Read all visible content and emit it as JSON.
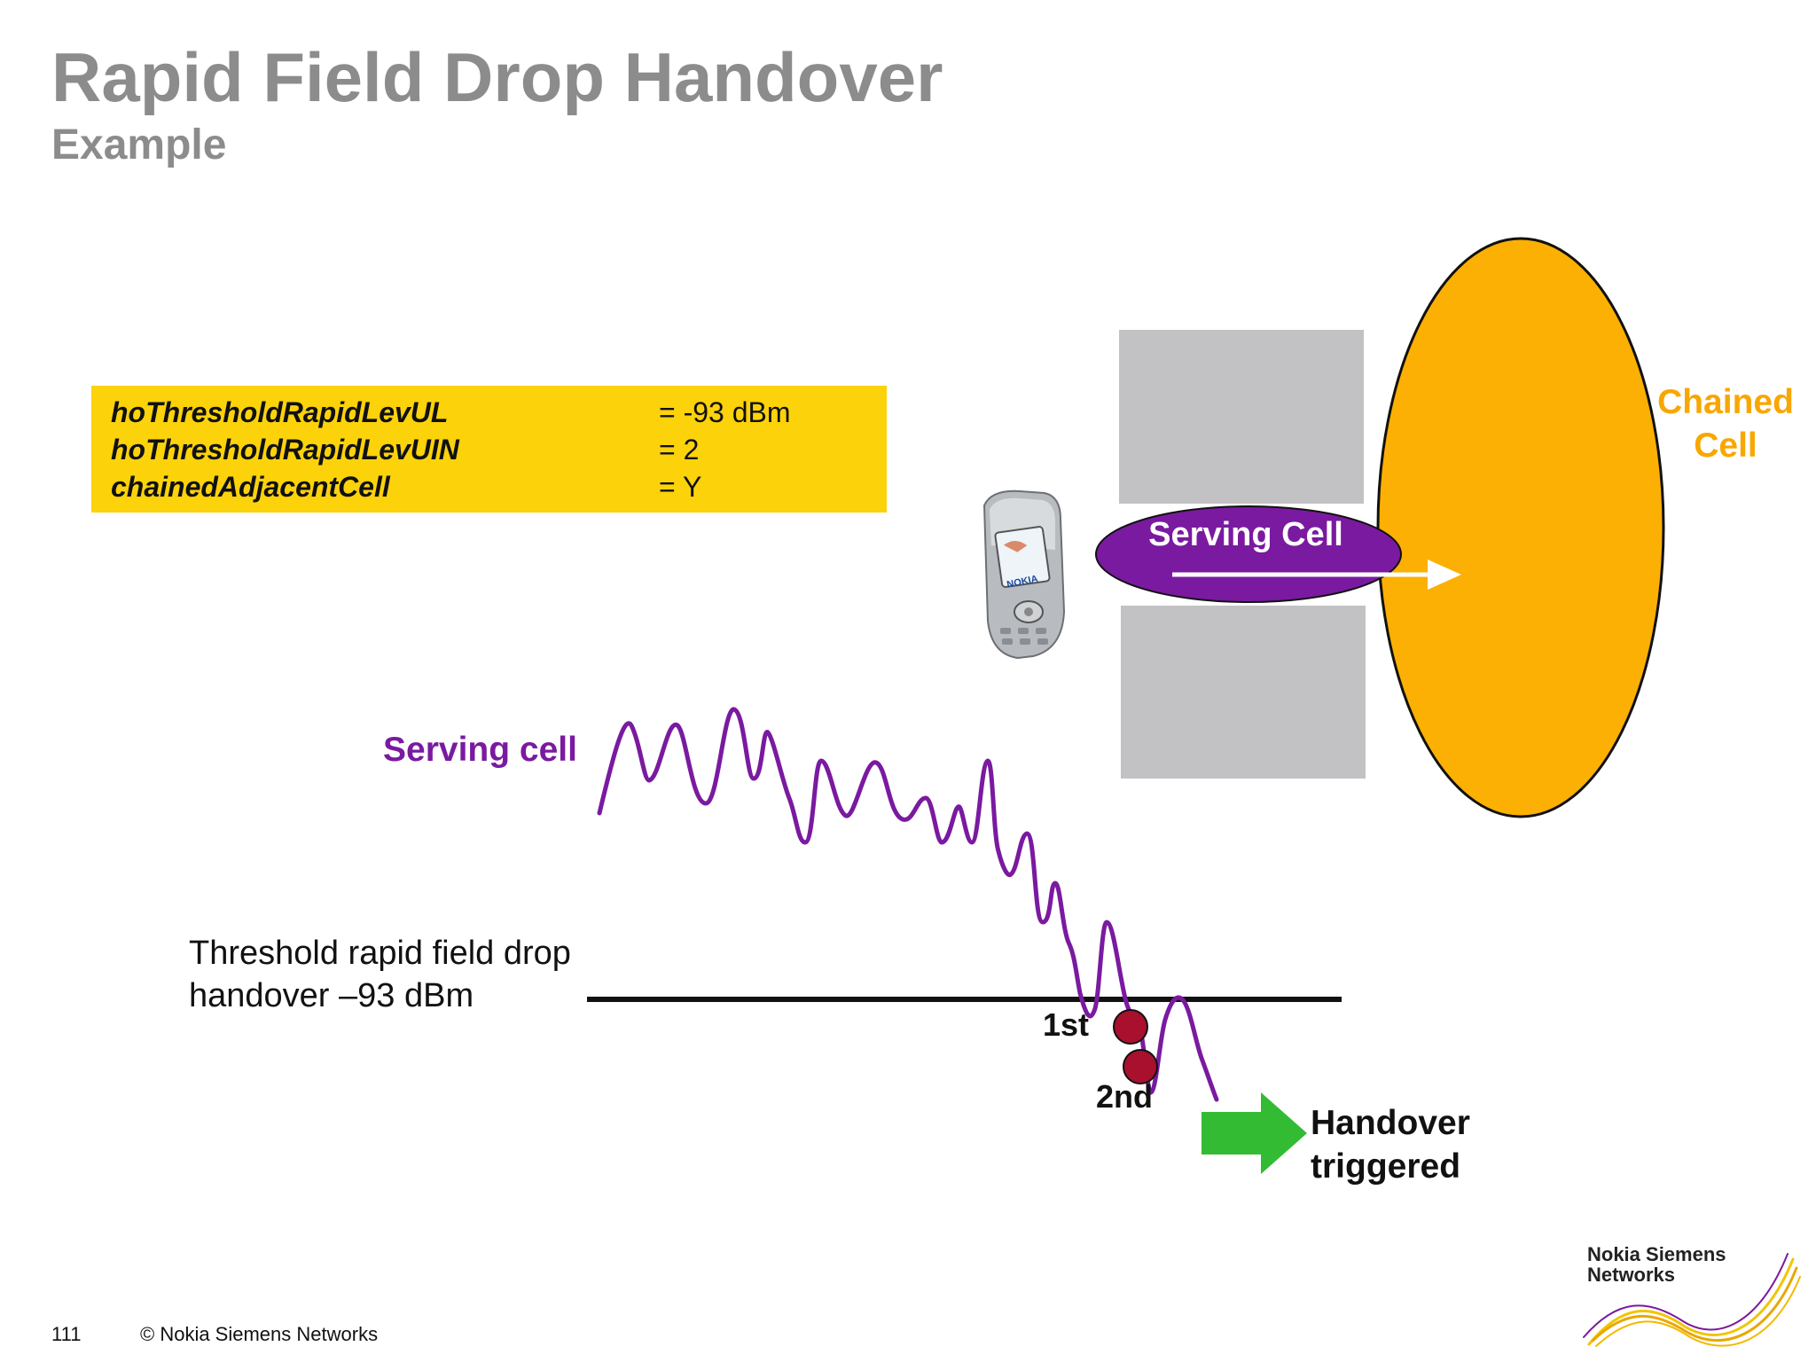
{
  "slide": {
    "title": "Rapid Field Drop Handover",
    "subtitle": "Example",
    "page_number": "111",
    "copyright": "© Nokia Siemens Networks"
  },
  "parameters": [
    {
      "name": "hoThresholdRapidLevUL",
      "value": "= -93 dBm"
    },
    {
      "name": "hoThresholdRapidLevUIN",
      "value": "= 2"
    },
    {
      "name": "chainedAdjacentCell",
      "value": "= Y"
    }
  ],
  "diagram": {
    "chained_cell_line1": "Chained",
    "chained_cell_line2": "Cell",
    "serving_cell_ellipse": "Serving Cell",
    "serving_cell_signal": "Serving cell",
    "threshold_line1": "Threshold rapid field drop",
    "threshold_line2": "handover –93 dBm",
    "first_sample": "1st",
    "second_sample": "2nd",
    "handover_line1": "Handover",
    "handover_line2": "triggered",
    "phone_brand": "NOKIA"
  },
  "logo": {
    "line1": "Nokia Siemens",
    "line2": "Networks"
  },
  "colors": {
    "title_gray": "#8c8c8c",
    "param_box_yellow": "#fcd20a",
    "chained_orange": "#fbb003",
    "serving_purple": "#7a1aa0",
    "building_gray": "#c2c1c4",
    "sample_red": "#a8102e",
    "arrow_green": "#33bb33"
  }
}
